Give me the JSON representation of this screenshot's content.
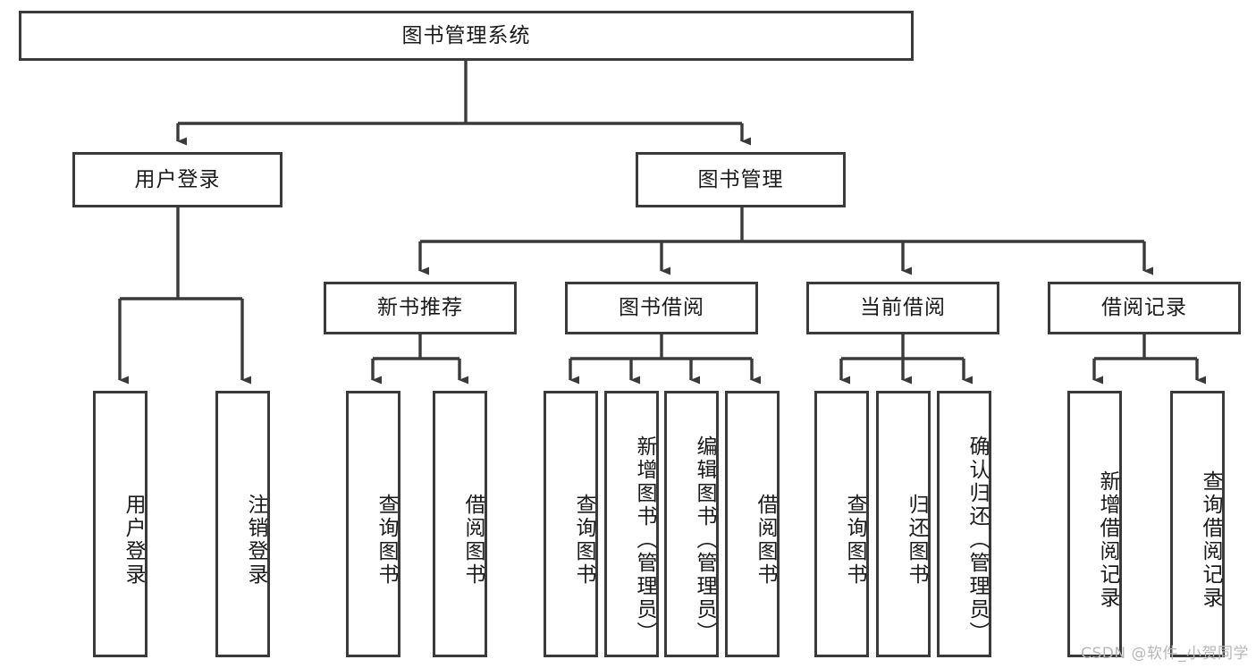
{
  "diagram": {
    "title": "图书管理系统",
    "watermark": "CSDN @软件_小贺同学",
    "colors": {
      "stroke": "#3a3a3a",
      "box_fill": "#ffffff",
      "text": "#1a1a1a",
      "watermark": "#b7b7b7",
      "background": "#ffffff"
    },
    "levels": {
      "root": {
        "label": "图书管理系统",
        "orientation": "horizontal"
      },
      "level2": [
        {
          "label": "用户登录",
          "orientation": "horizontal"
        },
        {
          "label": "图书管理",
          "orientation": "horizontal"
        }
      ],
      "level3": [
        {
          "label": "新书推荐",
          "orientation": "horizontal"
        },
        {
          "label": "图书借阅",
          "orientation": "horizontal"
        },
        {
          "label": "当前借阅",
          "orientation": "horizontal"
        },
        {
          "label": "借阅记录",
          "orientation": "horizontal"
        }
      ],
      "leaves": {
        "user_login": [
          {
            "label": "用户登录",
            "orientation": "vertical"
          },
          {
            "label": "注销登录",
            "orientation": "vertical"
          }
        ],
        "new_book_recommend": [
          {
            "label": "查询图书",
            "orientation": "vertical"
          },
          {
            "label": "借阅图书",
            "orientation": "vertical"
          }
        ],
        "book_borrow": [
          {
            "label": "查询图书",
            "orientation": "vertical"
          },
          {
            "label": "新增图书（管理员）",
            "orientation": "vertical"
          },
          {
            "label": "编辑图书（管理员）",
            "orientation": "vertical"
          },
          {
            "label": "借阅图书",
            "orientation": "vertical"
          }
        ],
        "current_borrow": [
          {
            "label": "查询图书",
            "orientation": "vertical"
          },
          {
            "label": "归还图书",
            "orientation": "vertical"
          },
          {
            "label": "确认归还（管理员）",
            "orientation": "vertical"
          }
        ],
        "borrow_record": [
          {
            "label": "新增借阅记录",
            "orientation": "vertical"
          },
          {
            "label": "查询借阅记录",
            "orientation": "vertical"
          }
        ]
      }
    }
  }
}
